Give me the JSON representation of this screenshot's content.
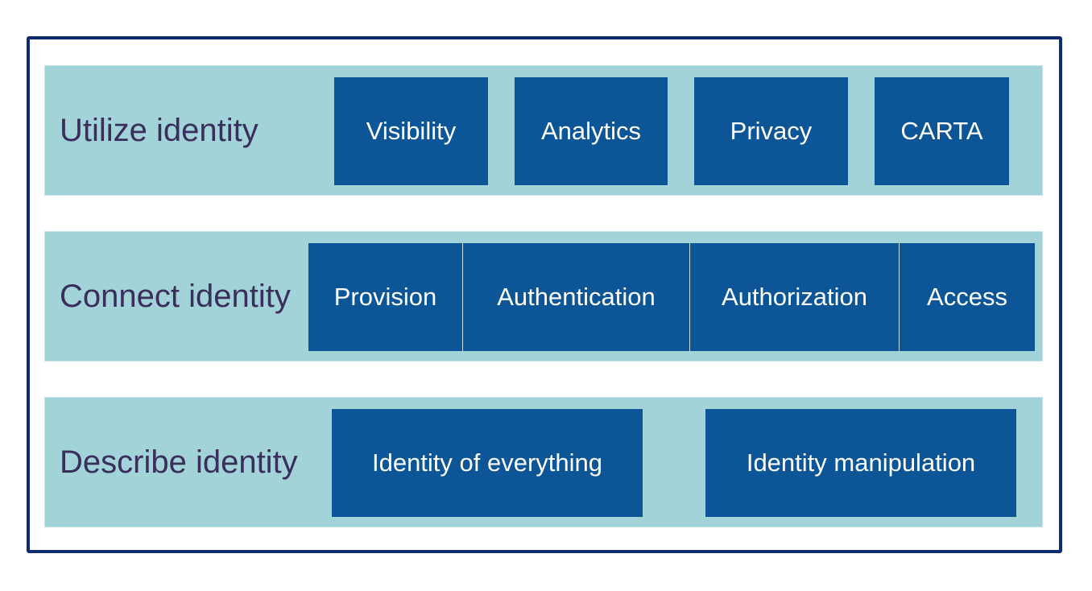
{
  "layers": [
    {
      "label": "Utilize identity",
      "items": [
        "Visibility",
        "Analytics",
        "Privacy",
        "CARTA"
      ]
    },
    {
      "label": "Connect identity",
      "items": [
        "Provision",
        "Authentication",
        "Authorization",
        "Access"
      ]
    },
    {
      "label": "Describe identity",
      "items": [
        "Identity of everything",
        "Identity manipulation"
      ]
    }
  ],
  "colors": {
    "frame_border": "#0d2a74",
    "band_fill": "#a2d3d8",
    "box_fill": "#0c5596",
    "label_text": "#3a2f5b",
    "box_text": "#ffffff"
  }
}
